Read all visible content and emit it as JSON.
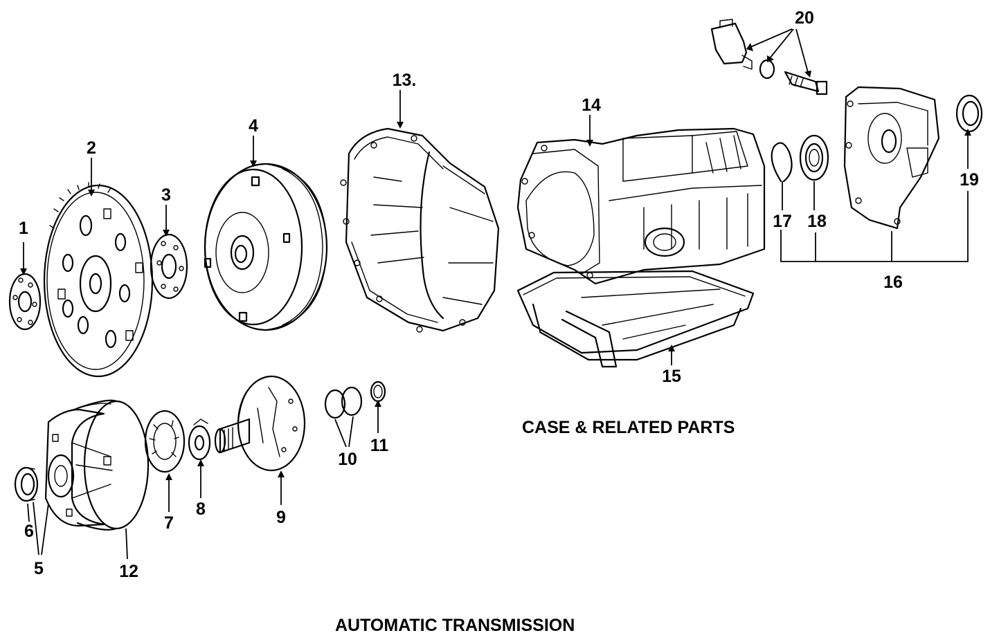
{
  "captions": {
    "section": "CASE & RELATED PARTS",
    "title": "AUTOMATIC TRANSMISSION"
  },
  "callouts": {
    "c1": "1",
    "c2": "2",
    "c3": "3",
    "c4": "4",
    "c5": "5",
    "c6": "6",
    "c7": "7",
    "c8": "8",
    "c9": "9",
    "c10": "10",
    "c11": "11",
    "c12": "12",
    "c13": "13.",
    "c14": "14",
    "c15": "15",
    "c16": "16",
    "c17": "17",
    "c18": "18",
    "c19": "19",
    "c20": "20"
  },
  "colors": {
    "ink": "#000000",
    "paper": "#ffffff"
  }
}
